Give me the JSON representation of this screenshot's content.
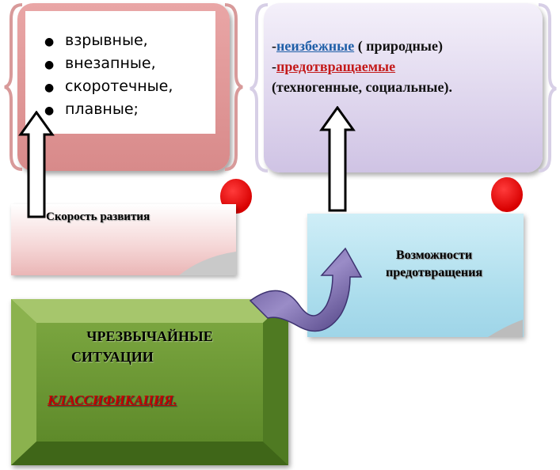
{
  "speed_box": {
    "items": [
      "взрывные,",
      "внезапные,",
      "скоротечные,",
      "плавные;"
    ]
  },
  "prevent_box": {
    "line1_part1": "-",
    "line1_highlight": "неизбежные",
    "line1_part2": " ( природные)",
    "line2_part1": "-",
    "line2_highlight": "предотвращаемые",
    "line3": "(техногенные, социальные)."
  },
  "speed_note": {
    "label": "Скорость   развития"
  },
  "prevent_note": {
    "label": "Возможности предотвращения"
  },
  "main_box": {
    "title_line1": "ЧРЕЗВЫЧАЙНЫЕ",
    "title_line2": "СИТУАЦИИ",
    "subtitle": "КЛАССИФИКАЦИЯ."
  },
  "colors": {
    "speed_box": "#e9a6a6",
    "prevent_box": "#cfc3e4",
    "main_box": "#6f9a3a",
    "prevent_note": "#aadcec",
    "accent_red": "#c41a1a",
    "accent_blue": "#1f5fa8",
    "curved_arrow": "#6a5b9b"
  }
}
